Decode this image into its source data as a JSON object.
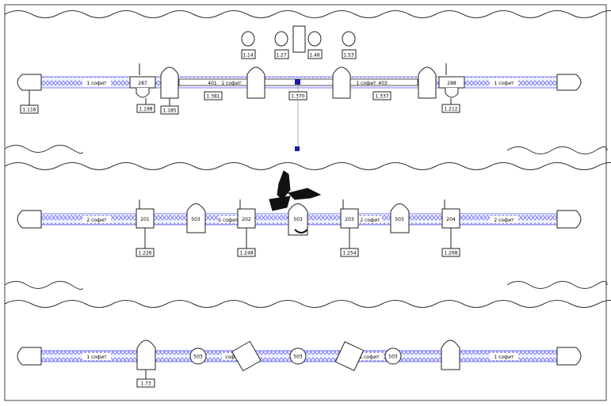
{
  "colors": {
    "wire": "#6a6af0",
    "wire_fill": "#e8eaff",
    "stroke": "#222222",
    "node": "#1a1aa8"
  },
  "sections": [
    {
      "id": "row1",
      "segment_labels": [
        "1 софит",
        "401",
        "1 софит",
        "1 софит",
        "403",
        "1 софит"
      ],
      "box_labels": [
        "287",
        "288"
      ],
      "tags": [
        "1.116",
        "1.198",
        "1.185",
        "1.381",
        "1.370",
        "1.337",
        "1.212"
      ],
      "top_unit_tags": [
        "1.14",
        "1.27",
        "1.48",
        "1.53"
      ]
    },
    {
      "id": "row2",
      "segment_labels": [
        "2 софит",
        "1 софит",
        "2 софит",
        "2 софит"
      ],
      "box_labels": [
        "201",
        "202",
        "203",
        "204"
      ],
      "round_labels": [
        "503",
        "503",
        "503"
      ],
      "tags": [
        "1.226",
        "1.248",
        "1.254",
        "1.268"
      ]
    },
    {
      "id": "row3",
      "segment_labels": [
        "1 софит",
        "софит",
        "1 софит",
        "1 софит"
      ],
      "round_labels": [
        "503",
        "503",
        "503"
      ],
      "tags": [
        "1.73"
      ]
    }
  ]
}
